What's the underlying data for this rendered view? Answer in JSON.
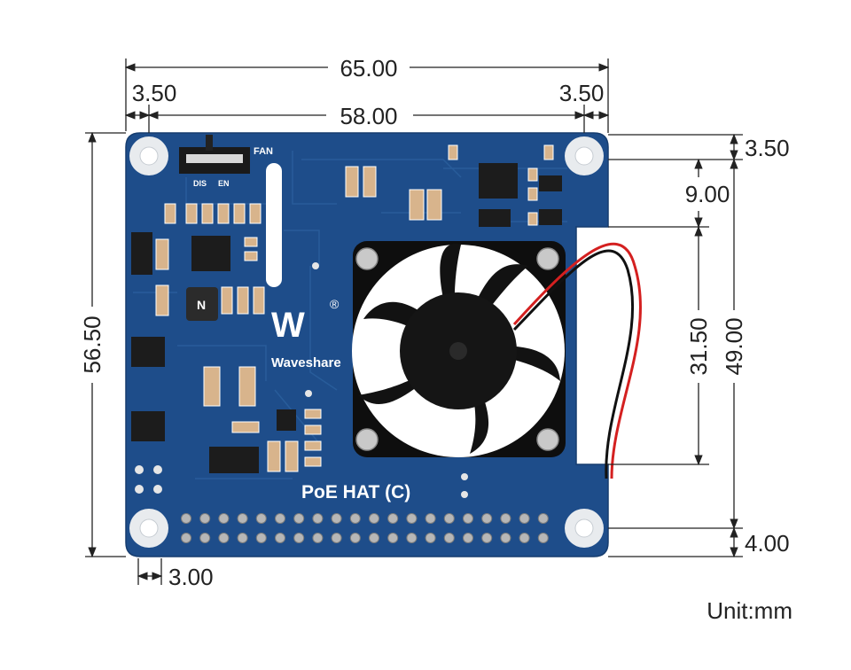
{
  "dimensions": {
    "total_width": "65.00",
    "hole_inset_left": "3.50",
    "hole_inset_right": "3.50",
    "hole_spacing": "58.00",
    "board_height": "56.50",
    "top_hole_inset": "3.50",
    "cutout_offset": "9.00",
    "cutout_height": "31.50",
    "hole_vertical_spacing": "49.00",
    "bottom_hole_inset": "4.00",
    "bottom_left_offset": "3.00"
  },
  "unit_label": "Unit:mm",
  "board": {
    "name": "PoE HAT (C)",
    "brand": "Waveshare",
    "logo_mark": "W",
    "registered_mark": "®",
    "fan_label": "FAN",
    "switch_dis": "DIS",
    "switch_en": "EN",
    "chip_label": "N",
    "colors": {
      "pcb": "#1e4d8a",
      "trace": "#2a5e9c",
      "fan": "#121212",
      "wire_red": "#d42020",
      "wire_black": "#111111"
    }
  }
}
